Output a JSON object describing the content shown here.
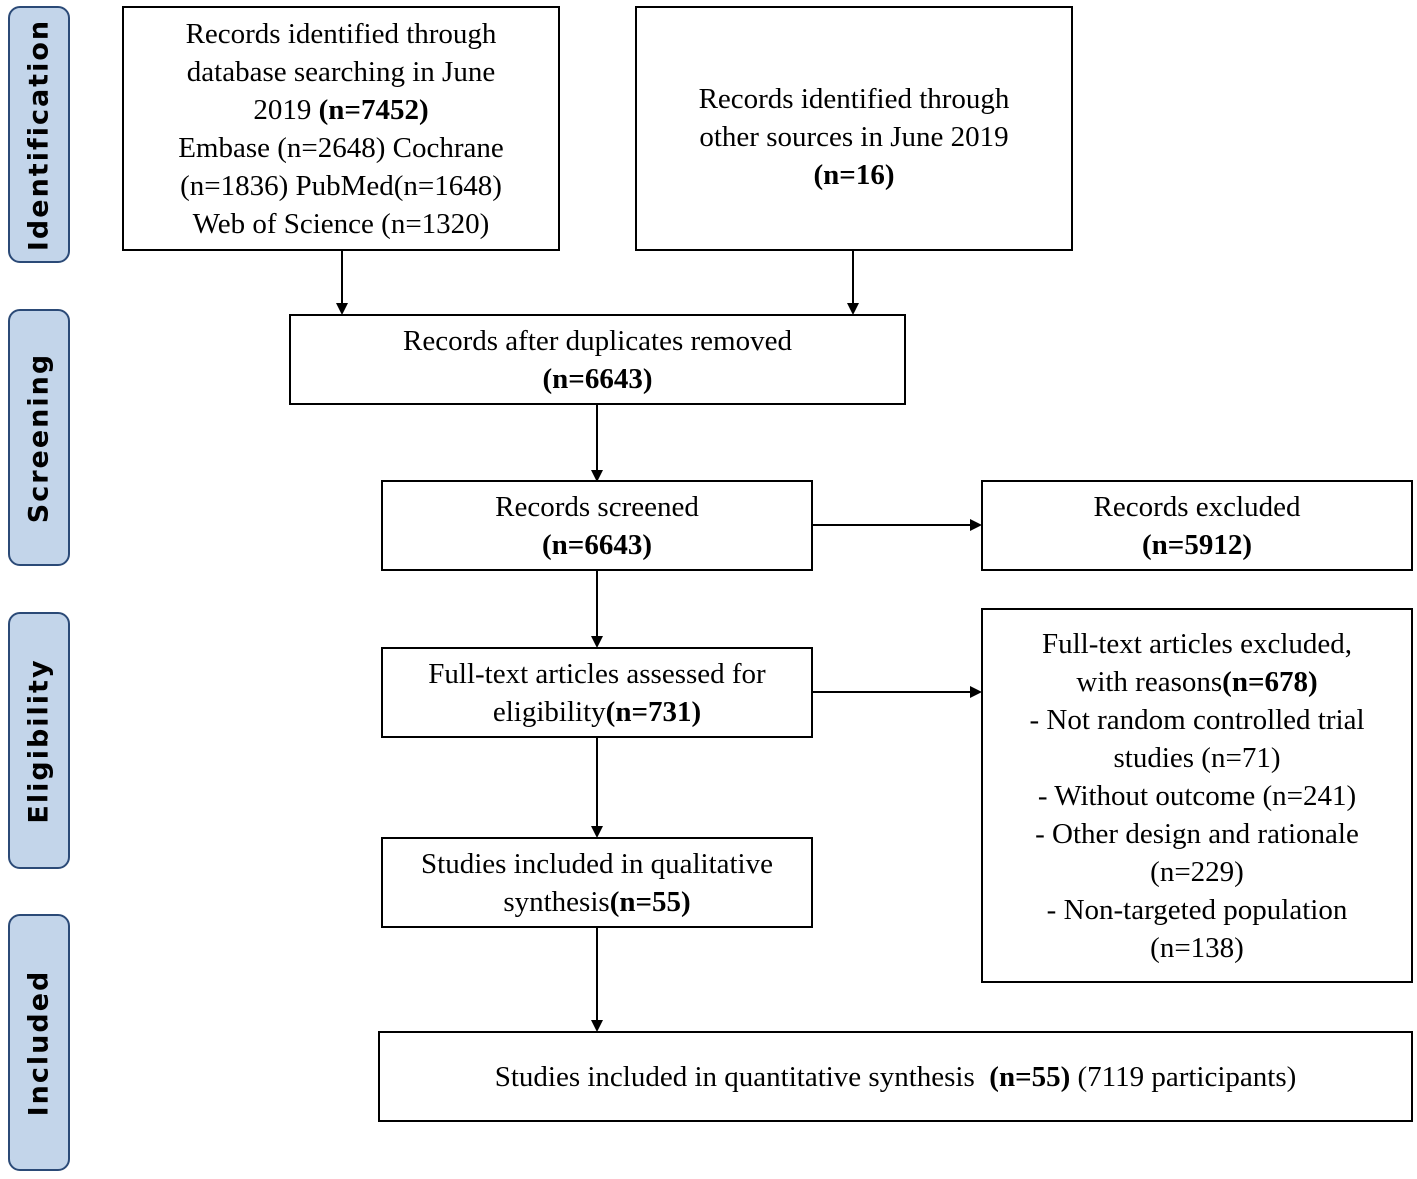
{
  "stages": {
    "identification": "Identification",
    "screening": "Screening",
    "eligibility": "Eligibility",
    "included": "Included"
  },
  "boxes": {
    "db_search": {
      "line1": "Records identified through",
      "line2": "database searching in June",
      "line3_text": "2019 ",
      "line3_bold": "(n=7452)",
      "line4": "Embase (n=2648) Cochrane",
      "line5": "(n=1836) PubMed(n=1648)",
      "line6": "Web of Science (n=1320)"
    },
    "other_sources": {
      "line1": "Records identified through",
      "line2": "other sources in June 2019",
      "line3_bold": "(n=16)"
    },
    "duplicates_removed": {
      "line1": "Records after duplicates removed",
      "line2_bold": "(n=6643)"
    },
    "screened": {
      "line1": "Records screened",
      "line2_bold": "(n=6643)"
    },
    "excluded": {
      "line1": "Records excluded",
      "line2_bold": "(n=5912)"
    },
    "fulltext_assessed": {
      "line1": "Full-text articles assessed for",
      "line2_text": "eligibility",
      "line2_bold": "(n=731)"
    },
    "fulltext_excluded": {
      "line1": "Full-text articles excluded,",
      "line2_text": "with reasons",
      "line2_bold": "(n=678)",
      "line3": "- Not random controlled trial",
      "line4": "studies  (n=71)",
      "line5": "- Without outcome (n=241)",
      "line6": "- Other design and rationale",
      "line7": "(n=229)",
      "line8": "- Non-targeted population",
      "line9": "(n=138)"
    },
    "qualitative": {
      "line1": "Studies included in qualitative",
      "line2_text": "synthesis",
      "line2_bold": "(n=55)"
    },
    "quantitative": {
      "text1": "Studies included in quantitative synthesis  ",
      "bold": "(n=55)",
      "text2": " (7119 participants)"
    }
  }
}
